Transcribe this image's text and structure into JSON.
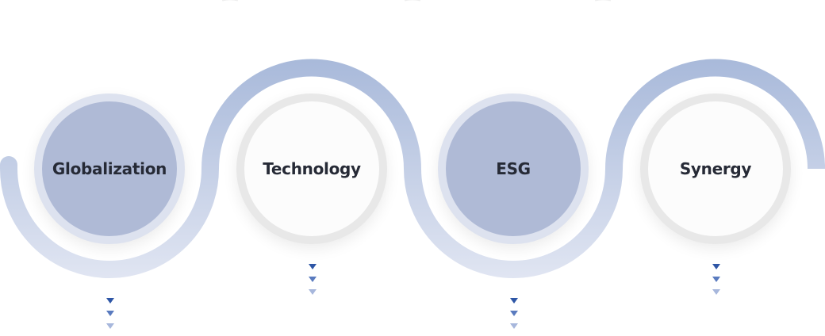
{
  "steps": [
    {
      "label": "Globalization",
      "style": "filled"
    },
    {
      "label": "Technology",
      "style": "empty"
    },
    {
      "label": "ESG",
      "style": "filled"
    },
    {
      "label": "Synergy",
      "style": "empty"
    }
  ],
  "colors": {
    "wave_top": "#a8b9da",
    "wave_bottom": "#e0e5f2",
    "filled_circle": "#afbad6",
    "arrow_dark": "#2e56a6"
  }
}
